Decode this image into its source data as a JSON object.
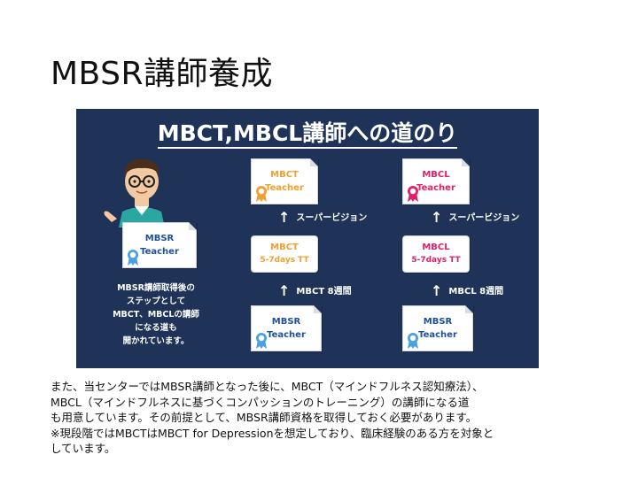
{
  "slide": {
    "title": "MBSR講師養成"
  },
  "panel": {
    "title": "MBCT,MBCL講師への道のり",
    "bg_color": "#1f3358",
    "teacher_cert": {
      "line1": "MBSR",
      "line2": "Teacher"
    },
    "left_note": [
      "MBSR講師取得後の",
      "ステップとして",
      "MBCT、MBCLの講師",
      "になる道も",
      "開かれています。"
    ],
    "mbct_column": {
      "top": {
        "line1": "MBCT",
        "line2": "Teacher",
        "color": "#f0a030"
      },
      "arrow1": "スーパービジョン",
      "middle": {
        "line1": "MBCT",
        "line2": "5-7days TT",
        "color": "#f0a030"
      },
      "arrow2": "MBCT 8週間",
      "bottom": {
        "line1": "MBSR",
        "line2": "Teacher",
        "color": "#1e4f9c"
      }
    },
    "mbcl_column": {
      "top": {
        "line1": "MBCL",
        "line2": "Teacher",
        "color": "#e0206a"
      },
      "arrow1": "スーパービジョン",
      "middle": {
        "line1": "MBCL",
        "line2": "5-7days TT",
        "color": "#e0206a"
      },
      "arrow2": "MBCL 8週間",
      "bottom": {
        "line1": "MBSR",
        "line2": "Teacher",
        "color": "#1e4f9c"
      }
    }
  },
  "body": {
    "lines": [
      "また、当センターではMBSR講師となった後に、MBCT（マインドフルネス認知療法）、",
      "MBCL（マインドフルネスに基づくコンパッションのトレーニング）の講師になる道",
      "も用意しています。その前提として、MBSR講師資格を取得しておく必要があります。",
      "※現段階ではMBCTはMBCT for Depressionを想定しており、臨床経験のある方を対象と",
      "しています。"
    ]
  }
}
